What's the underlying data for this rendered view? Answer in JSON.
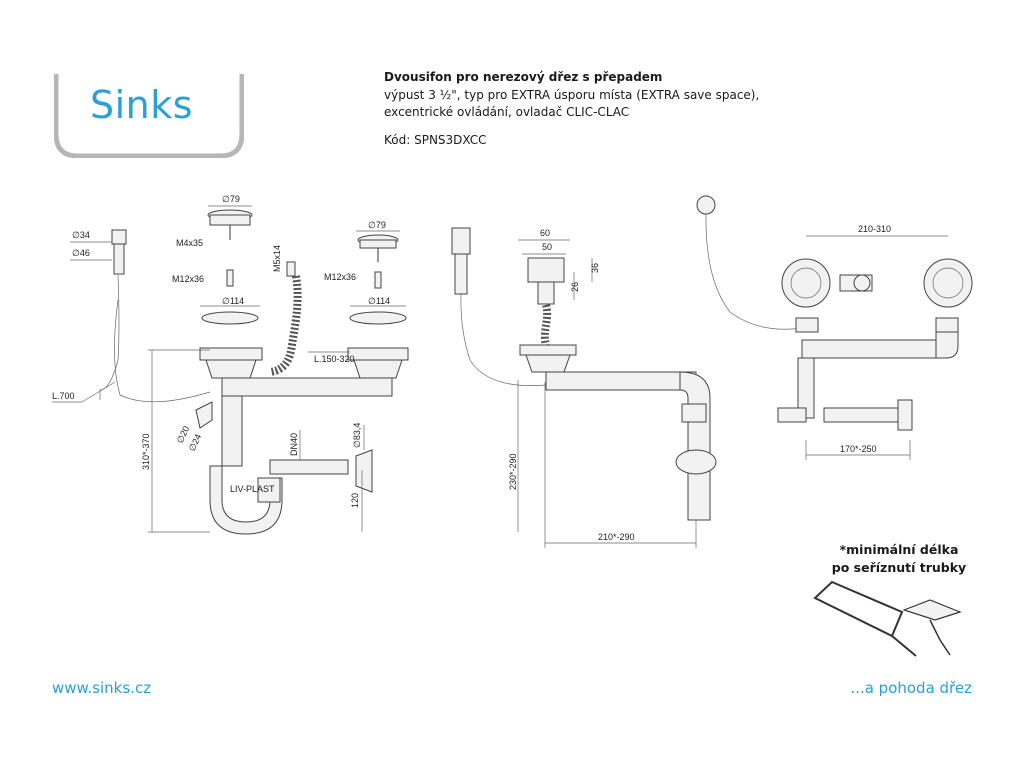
{
  "brand": {
    "logo_text": "Sinks",
    "color": "#2a9fd8",
    "frame_color": "#b5b6b8"
  },
  "header": {
    "title": "Dvousifon pro nerezový dřez s přepadem",
    "line2": "výpust 3 ½\", typ pro EXTRA úsporu místa (EXTRA save space),",
    "line3": "excentrické ovládání, ovladač CLIC-CLAC",
    "code": "Kód: SPNS3DXCC"
  },
  "dimensions": {
    "d79_a": "∅79",
    "d79_b": "∅79",
    "m4x35": "M4x35",
    "m5x14": "M5x14",
    "m12x36_a": "M12x36",
    "m12x36_b": "M12x36",
    "d114_a": "∅114",
    "d114_b": "∅114",
    "d34": "∅34",
    "d46": "∅46",
    "l700": "L.700",
    "l150_320": "L.150-320",
    "h310_370": "310*-370",
    "d20": "∅20",
    "d24": "∅24",
    "dn40": "DN40",
    "d83_4": "∅83,4",
    "h120": "120",
    "w60": "60",
    "w50": "50",
    "h36": "36",
    "h26": "26",
    "h230_290": "230*-290",
    "w210_290": "210*-290",
    "w210_310": "210-310",
    "w170_250": "170*-250"
  },
  "note": {
    "line1": "*minimální délka",
    "line2": "po seříznutí trubky"
  },
  "footer": {
    "url": "www.sinks.cz",
    "slogan": "...a pohoda dřez"
  }
}
